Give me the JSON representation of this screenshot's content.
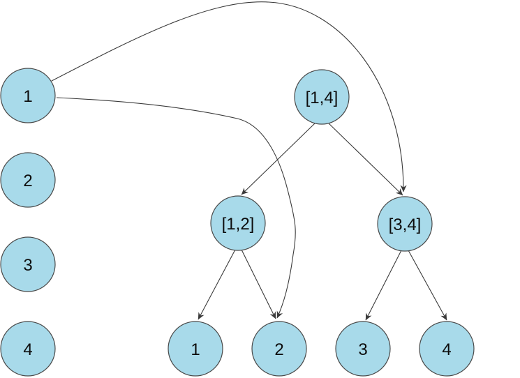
{
  "diagram": {
    "description": "Segment tree over array [1..4] with an array column on the left and query arrows from array element 1",
    "style": {
      "node_fill": "#A8DAEA",
      "node_stroke": "#4A4A4A",
      "edge_color": "#3A3A3A",
      "text_color": "#0D0D0D",
      "background": "#FFFFFF"
    },
    "array_column": {
      "nodes": [
        {
          "id": "array-1",
          "label": "1"
        },
        {
          "id": "array-2",
          "label": "2"
        },
        {
          "id": "array-3",
          "label": "3"
        },
        {
          "id": "array-4",
          "label": "4"
        }
      ]
    },
    "tree": {
      "root": {
        "id": "range-1-4",
        "label": "[1,4]"
      },
      "internal": [
        {
          "id": "range-1-2",
          "label": "[1,2]"
        },
        {
          "id": "range-3-4",
          "label": "[3,4]"
        }
      ],
      "leaves": [
        {
          "id": "leaf-1",
          "label": "1"
        },
        {
          "id": "leaf-2",
          "label": "2"
        },
        {
          "id": "leaf-3",
          "label": "3"
        },
        {
          "id": "leaf-4",
          "label": "4"
        }
      ]
    },
    "edges": [
      {
        "from": "range-1-4",
        "to": "range-1-2",
        "type": "straight-arrow"
      },
      {
        "from": "range-1-4",
        "to": "range-3-4",
        "type": "straight-arrow"
      },
      {
        "from": "range-1-2",
        "to": "leaf-1",
        "type": "straight-arrow"
      },
      {
        "from": "range-1-2",
        "to": "leaf-2",
        "type": "straight-arrow"
      },
      {
        "from": "range-3-4",
        "to": "leaf-3",
        "type": "straight-arrow"
      },
      {
        "from": "range-3-4",
        "to": "leaf-4",
        "type": "straight-arrow"
      },
      {
        "from": "array-1",
        "to": "range-3-4",
        "type": "curved-arrow"
      },
      {
        "from": "array-1",
        "to": "leaf-2",
        "type": "curved-arrow"
      }
    ]
  }
}
